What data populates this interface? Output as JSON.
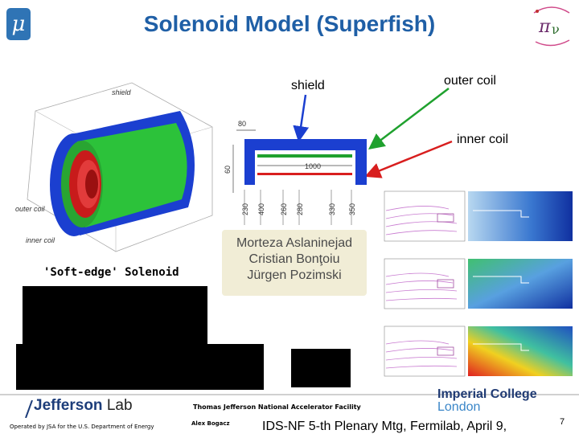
{
  "slide": {
    "title": "Solenoid Model (Superfish)",
    "logo_symbol": "μ",
    "labels": {
      "shield": "shield",
      "outer_coil": "outer coil",
      "inner_coil": "inner coil"
    },
    "model_labels": {
      "shield": "shield",
      "outer_coil": "outer coil",
      "inner_coil": "inner coil"
    },
    "dimensions": {
      "d80": "80",
      "d60": "60",
      "d1000": "1000",
      "d230": "230",
      "d400": "400",
      "d260": "260",
      "d280": "280",
      "d330": "330",
      "d350": "350"
    },
    "authors": [
      "Morteza Aslaninejad",
      "Cristian Bonţoiu",
      "Jürgen Pozimski"
    ],
    "soft_edge_label": "'Soft-edge' Solenoid",
    "colors": {
      "title": "#1f5fa6",
      "shield": "#1b3fd0",
      "outer_coil": "#1fa12e",
      "inner_coil": "#d81e1e"
    }
  },
  "footer": {
    "jlab_prefix": "Jefferson",
    "jlab_suffix": "Lab",
    "facility": "Thomas Jefferson National Accelerator Facility",
    "operated_by": "Operated by JSA for the U.S. Department of Energy",
    "author": "Alex Bogacz",
    "imperial_line1": "Imperial College",
    "imperial_line2": "London",
    "meeting": "IDS-NF 5-th Plenary Mtg, Fermilab, April 9,",
    "page_number": "7"
  }
}
